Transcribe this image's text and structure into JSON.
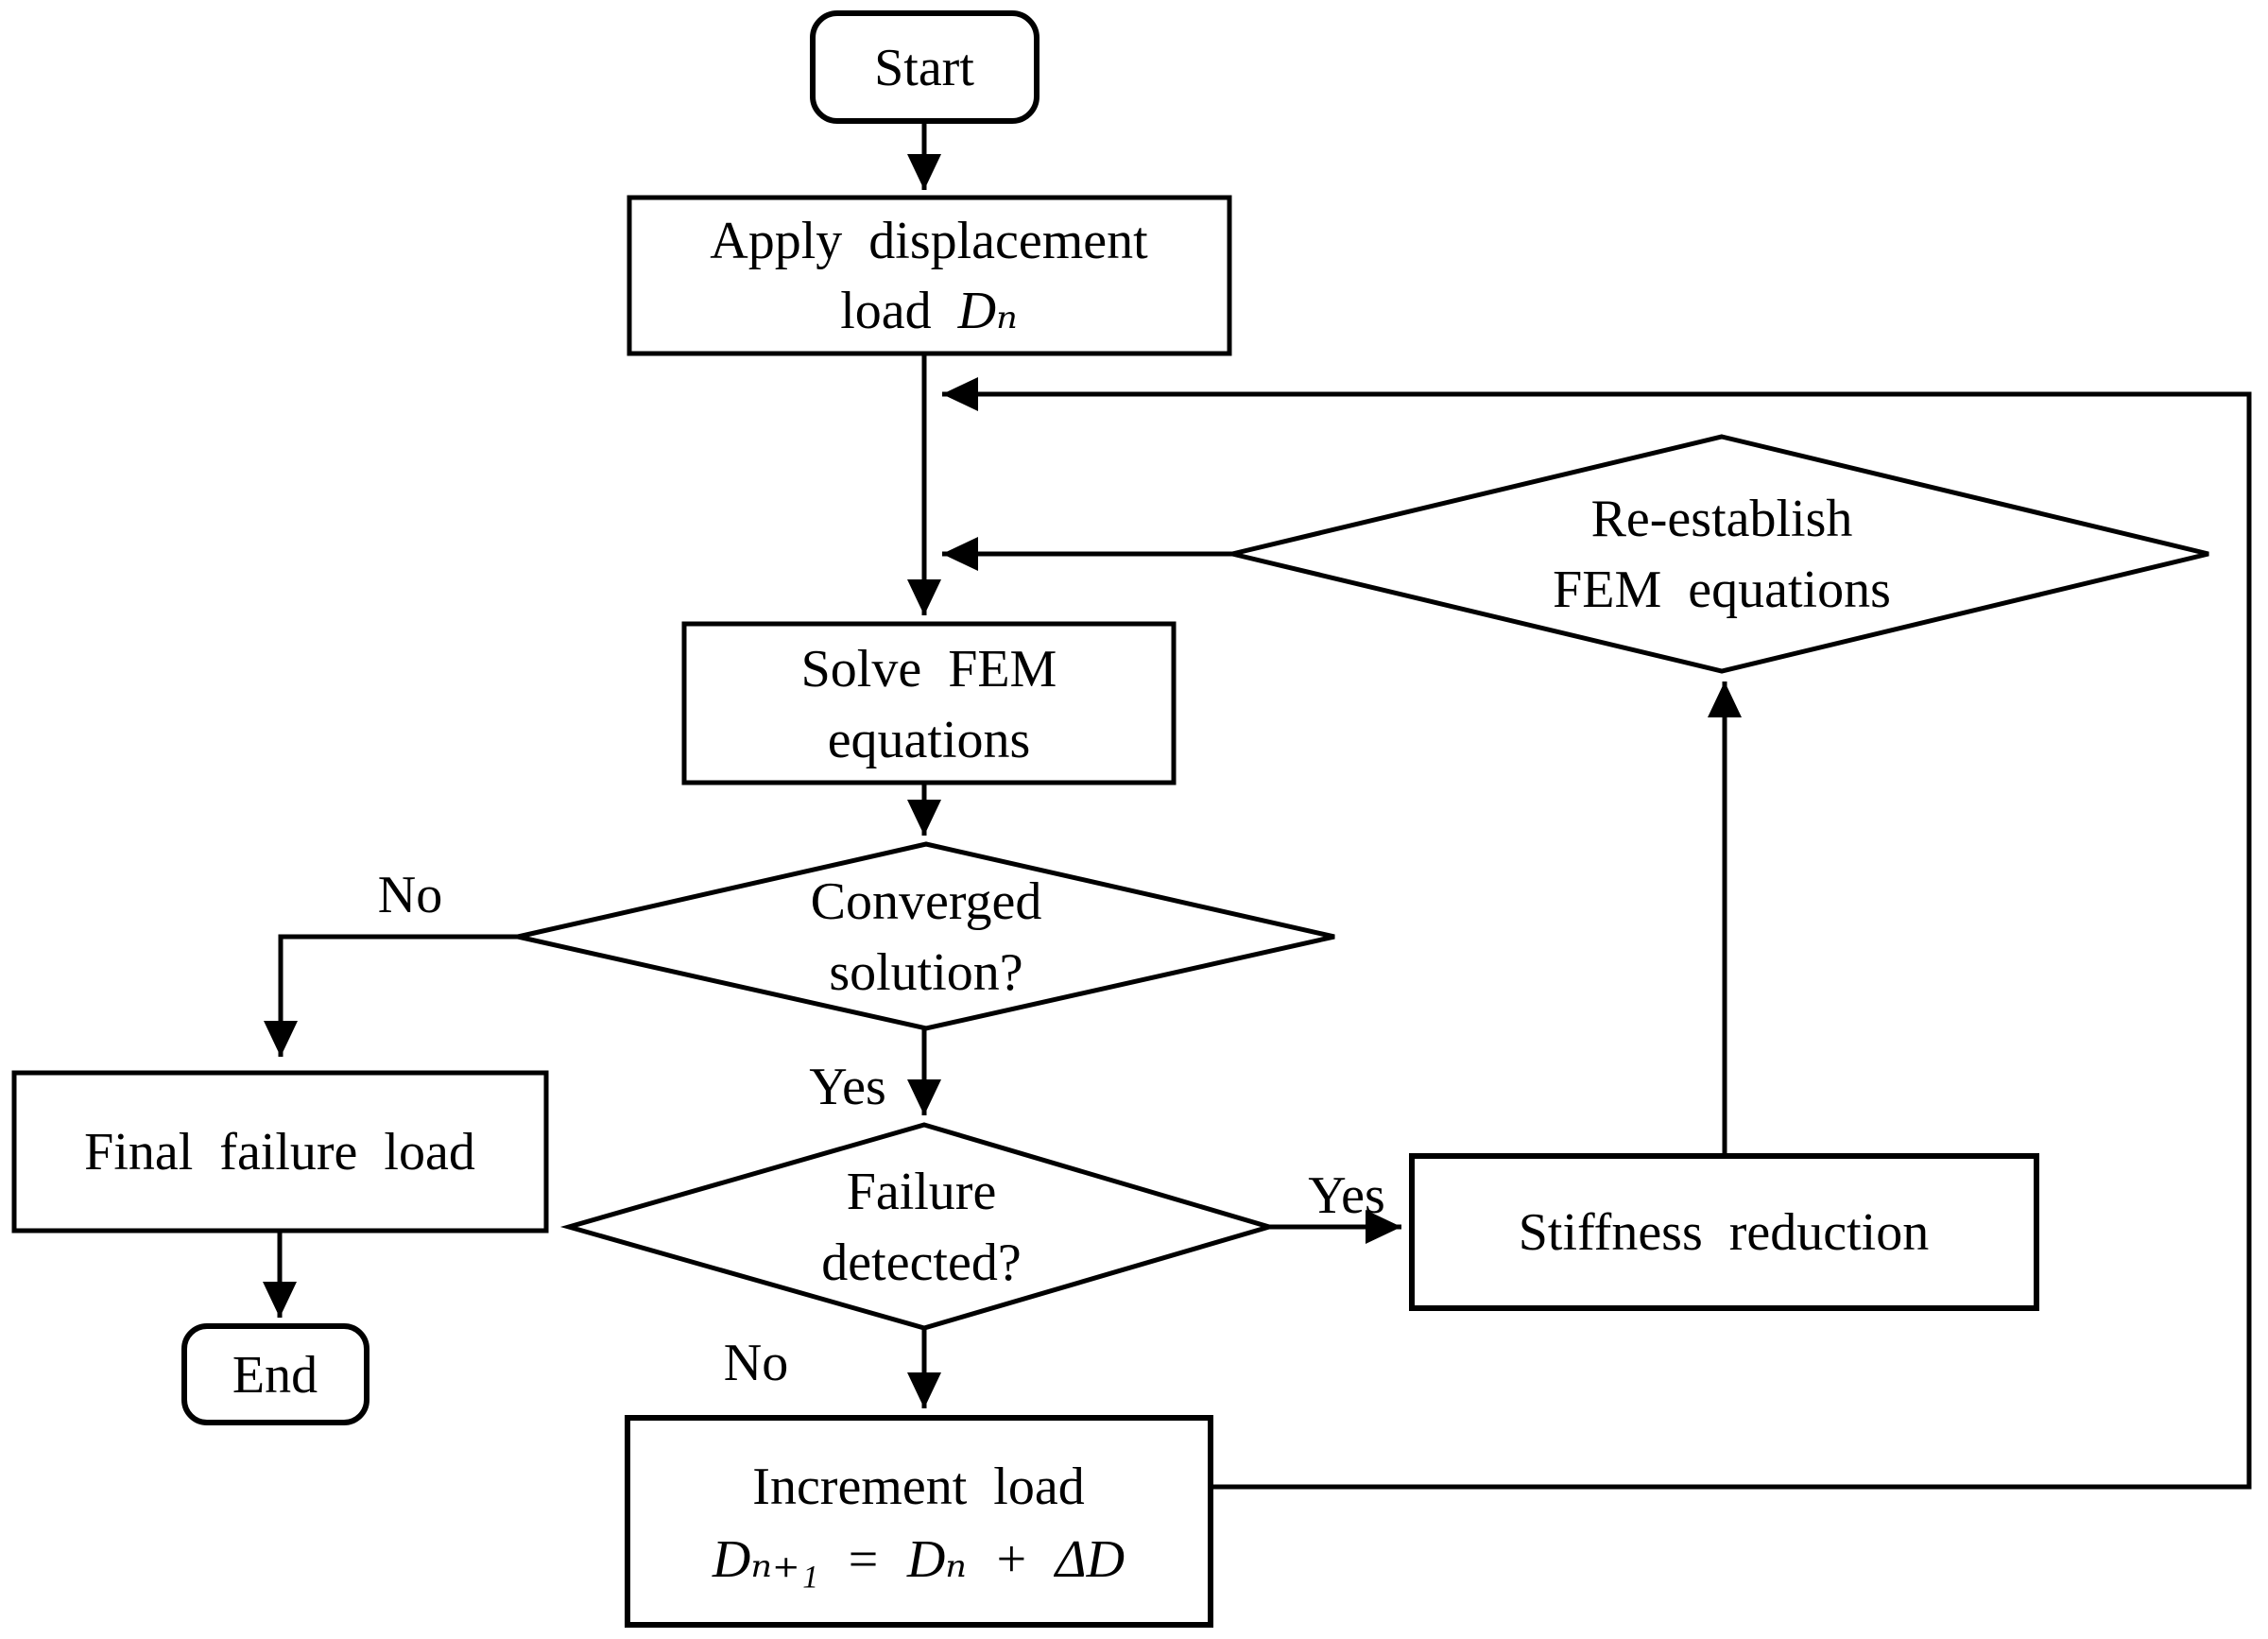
{
  "figure": {
    "type": "flowchart",
    "background_color": "#ffffff",
    "line_color": "#000000",
    "text_color": "#000000"
  },
  "nodes": {
    "start": {
      "shape": "rounded-terminator",
      "label": "Start"
    },
    "apply": {
      "shape": "process",
      "line1": "Apply displacement",
      "line2_text": "load ",
      "line2_math": "Dₙ"
    },
    "reestablish": {
      "shape": "decision",
      "line1": "Re-establish",
      "line2": "FEM equations"
    },
    "solve": {
      "shape": "process",
      "line1": "Solve FEM",
      "line2": "equations"
    },
    "converged": {
      "shape": "decision",
      "line1": "Converged",
      "line2": "solution?"
    },
    "final": {
      "shape": "process",
      "label": "Final failure load"
    },
    "end": {
      "shape": "rounded-terminator",
      "label": "End"
    },
    "failure": {
      "shape": "decision",
      "line1": "Failure",
      "line2": "detected?"
    },
    "stiffness": {
      "shape": "process",
      "label": "Stiffness reduction"
    },
    "increment": {
      "shape": "process",
      "line1": "Increment load",
      "line2_math": "Dₙ₊₁ = Dₙ + ΔD"
    }
  },
  "edge_labels": {
    "converged_no": "No",
    "converged_yes": "Yes",
    "failure_yes": "Yes",
    "failure_no": "No"
  }
}
